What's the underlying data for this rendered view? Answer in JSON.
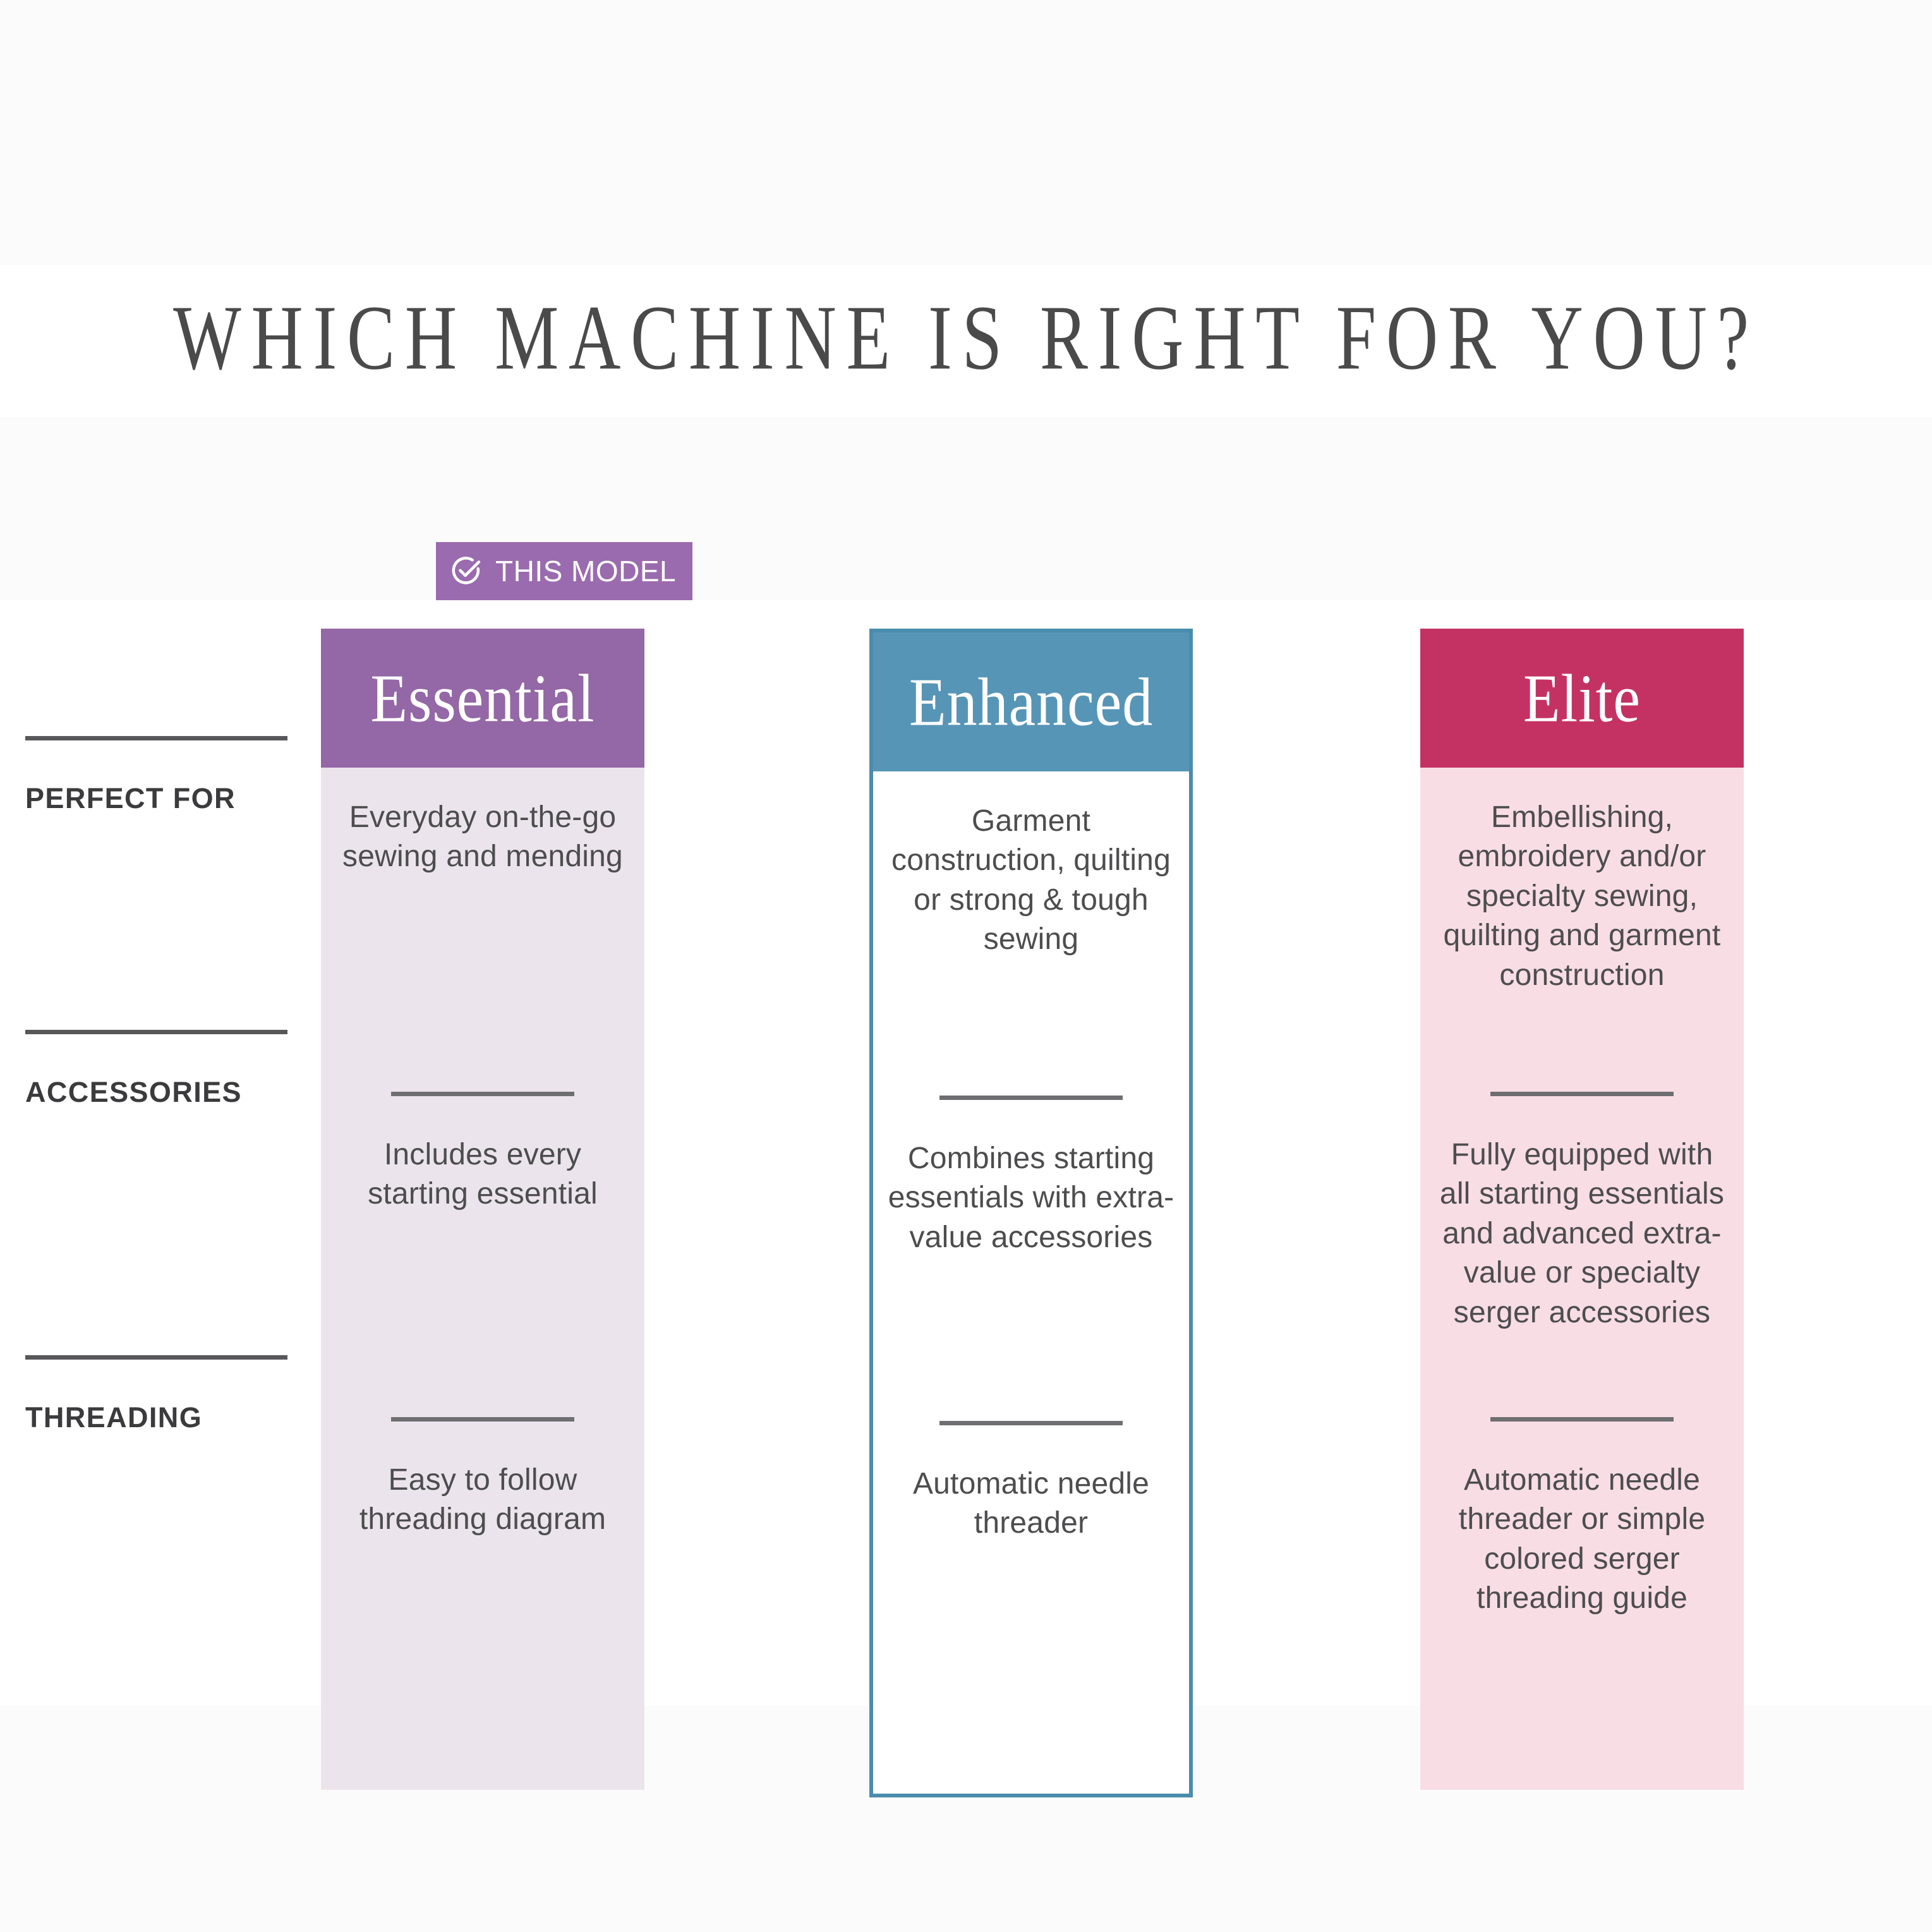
{
  "page": {
    "title": "WHICH MACHINE IS RIGHT FOR YOU?"
  },
  "badge": {
    "label": "THIS MODEL",
    "icon": "check-circle-icon",
    "color": "#9a6bae",
    "attached_to": "Essential"
  },
  "row_labels": [
    "PERFECT FOR",
    "ACCESSORIES",
    "THREADING"
  ],
  "columns": [
    {
      "name": "Essential",
      "header_color": "#9467a6",
      "body_color": "#ece4ed",
      "highlighted": true,
      "cells": [
        "Everyday on-the-go sewing and mending",
        "Includes every starting essential",
        "Easy to follow threading diagram"
      ]
    },
    {
      "name": "Enhanced",
      "header_color": "#5795b6",
      "body_color": "#ffffff",
      "border_color": "#4a8cad",
      "highlighted": false,
      "cells": [
        "Garment construction, quilting or strong & tough sewing",
        "Combines starting essentials with extra-value accessories",
        "Automatic needle threader"
      ]
    },
    {
      "name": "Elite",
      "header_color": "#c43263",
      "body_color": "#f8dde5",
      "highlighted": false,
      "cells": [
        "Embellishing, embroidery and/or specialty sewing, quilting and garment construction",
        "Fully equipped with all starting essentials and advanced extra-value or specialty serger accessories",
        "Automatic needle threader or simple colored serger threading guide"
      ]
    }
  ],
  "theme": {
    "text_color": "#4d4d4f",
    "label_color": "#3b3b3d",
    "rule_color": "#58585a",
    "divider_color": "#6e6e70",
    "background": "#ffffff"
  }
}
